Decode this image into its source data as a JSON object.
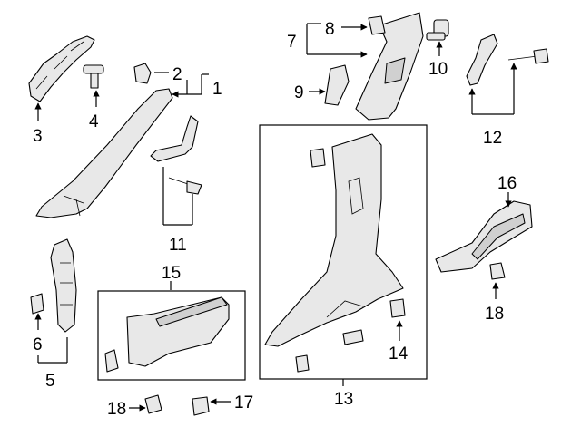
{
  "callouts": {
    "c1": "1",
    "c2": "2",
    "c3": "3",
    "c4": "4",
    "c5": "5",
    "c6": "6",
    "c7": "7",
    "c8": "8",
    "c9": "9",
    "c10": "10",
    "c11": "11",
    "c12": "12",
    "c13": "13",
    "c14": "14",
    "c15": "15",
    "c16": "16",
    "c17": "17",
    "c18a": "18",
    "c18b": "18"
  },
  "colors": {
    "part_fill": "#e8e8e8",
    "line": "#000000"
  }
}
